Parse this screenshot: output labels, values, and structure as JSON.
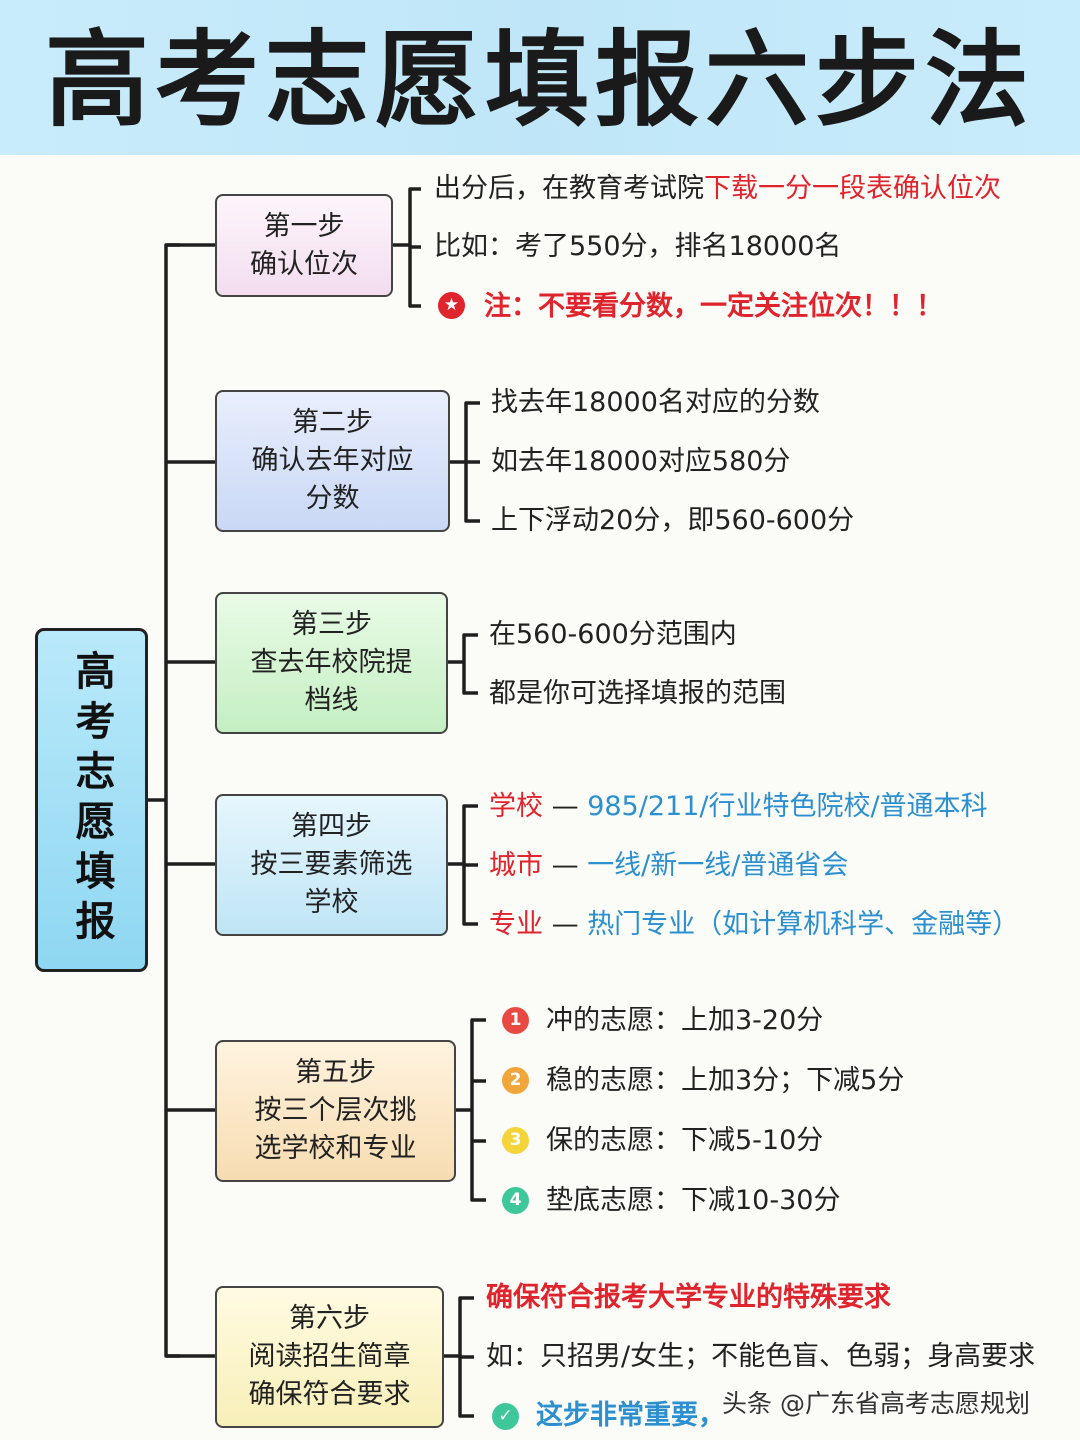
{
  "header": {
    "title": "高考志愿填报六步法"
  },
  "root": {
    "label": "高考志愿填报"
  },
  "steps": [
    {
      "step": "第一步",
      "name": "确认位次",
      "items": [
        {
          "a": "出分后，在教育考试院",
          "b": "下载一分一段表确认位次"
        },
        {
          "a": "比如：考了550分，排名18000名"
        },
        {
          "a": "注：不要看分数，一定关注位次！！！"
        }
      ]
    },
    {
      "step": "第二步",
      "name1": "确认去年对应",
      "name2": "分数",
      "items": [
        {
          "a": "找去年18000名对应的分数"
        },
        {
          "a": "如去年18000对应580分"
        },
        {
          "a": "上下浮动20分，即560-600分"
        }
      ]
    },
    {
      "step": "第三步",
      "name1": "查去年校院提",
      "name2": "档线",
      "items": [
        {
          "a": "在560-600分范围内"
        },
        {
          "a": "都是你可选择填报的范围"
        }
      ]
    },
    {
      "step": "第四步",
      "name1": "按三要素筛选",
      "name2": "学校",
      "items": [
        {
          "key": "学校",
          "dash": "—",
          "val": "985/211/行业特色院校/普通本科"
        },
        {
          "key": "城市",
          "dash": "—",
          "val": "一线/新一线/普通省会"
        },
        {
          "key": "专业",
          "dash": "—",
          "val": "热门专业（如计算机科学、金融等）"
        }
      ]
    },
    {
      "step": "第五步",
      "name1": "按三个层次挑",
      "name2": "选学校和专业",
      "items": [
        {
          "num": "1",
          "a": "冲的志愿：上加3-20分",
          "color": "#e84a43"
        },
        {
          "num": "2",
          "a": "稳的志愿：上加3分；下减5分",
          "color": "#f0a63a"
        },
        {
          "num": "3",
          "a": "保的志愿：下减5-10分",
          "color": "#f5d43a"
        },
        {
          "num": "4",
          "a": "垫底志愿：下减10-30分",
          "color": "#3fc79c"
        }
      ]
    },
    {
      "step": "第六步",
      "name1": "阅读招生简章",
      "name2": "确保符合要求",
      "items": [
        {
          "a": "确保符合报考大学专业的特殊要求"
        },
        {
          "a": "如：只招男/女生；不能色盲、色弱；身高要求"
        },
        {
          "a": "这步非常重要，"
        }
      ]
    }
  ],
  "watermark": "头条 @广东省高考志愿规划",
  "colors": {
    "red": "#e0242d",
    "blue": "#2b8fd0",
    "header": "#c9ecfb"
  },
  "icons": {
    "warning": "star-circle-icon",
    "check": "check-circle-icon"
  }
}
